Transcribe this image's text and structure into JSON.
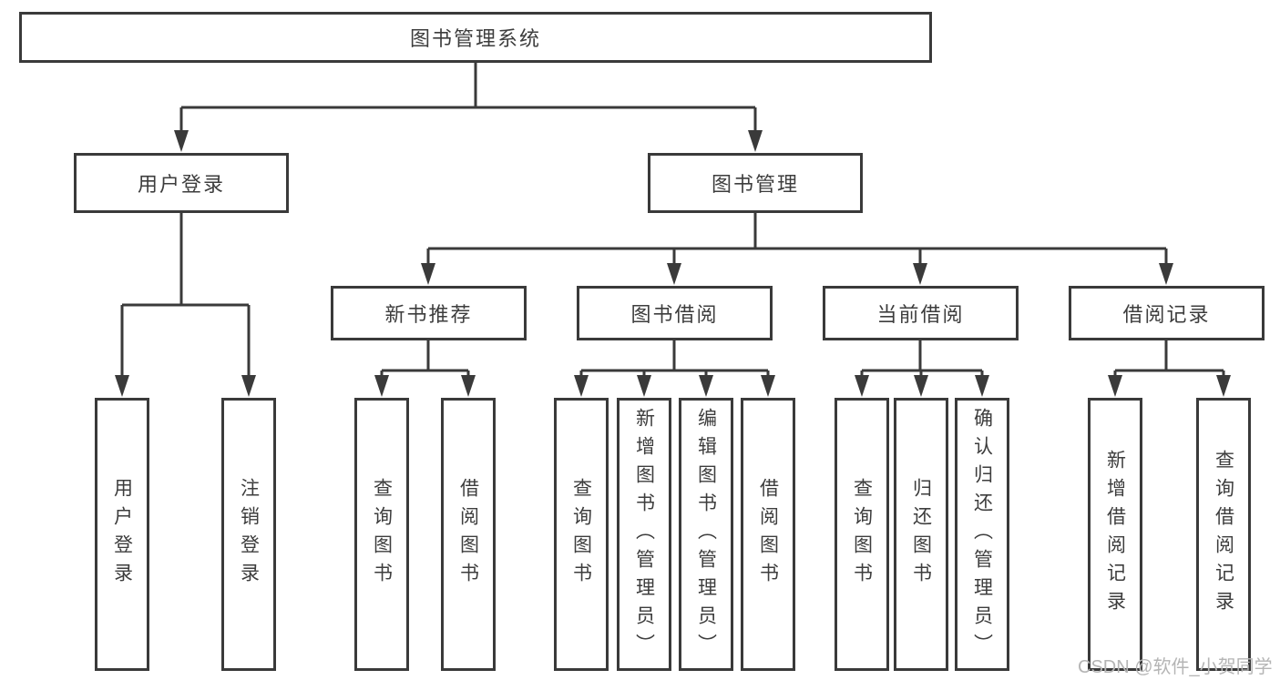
{
  "diagram": {
    "root": {
      "label": "图书管理系统"
    },
    "level2": [
      {
        "id": "user-login",
        "label": "用户登录",
        "children": [
          {
            "label": "用户登录"
          },
          {
            "label": "注销登录"
          }
        ]
      },
      {
        "id": "book-management",
        "label": "图书管理",
        "children": [
          {
            "id": "new-book-recommend",
            "label": "新书推荐",
            "children": [
              {
                "label": "查询图书"
              },
              {
                "label": "借阅图书"
              }
            ]
          },
          {
            "id": "book-borrowing",
            "label": "图书借阅",
            "children": [
              {
                "label": "查询图书"
              },
              {
                "label": "新增图书（管理员）"
              },
              {
                "label": "编辑图书（管理员）"
              },
              {
                "label": "借阅图书"
              }
            ]
          },
          {
            "id": "current-borrowing",
            "label": "当前借阅",
            "children": [
              {
                "label": "查询图书"
              },
              {
                "label": "归还图书"
              },
              {
                "label": "确认归还（管理员）"
              }
            ]
          },
          {
            "id": "borrowing-records",
            "label": "借阅记录",
            "children": [
              {
                "label": "新增借阅记录"
              },
              {
                "label": "查询借阅记录"
              }
            ]
          }
        ]
      }
    ]
  },
  "watermark": {
    "text": "CSDN @软件_小贺同学"
  },
  "colors": {
    "line": "#3a3a3a",
    "text": "#3d3d3d",
    "watermark": "#b5b5b5",
    "background": "#ffffff"
  }
}
